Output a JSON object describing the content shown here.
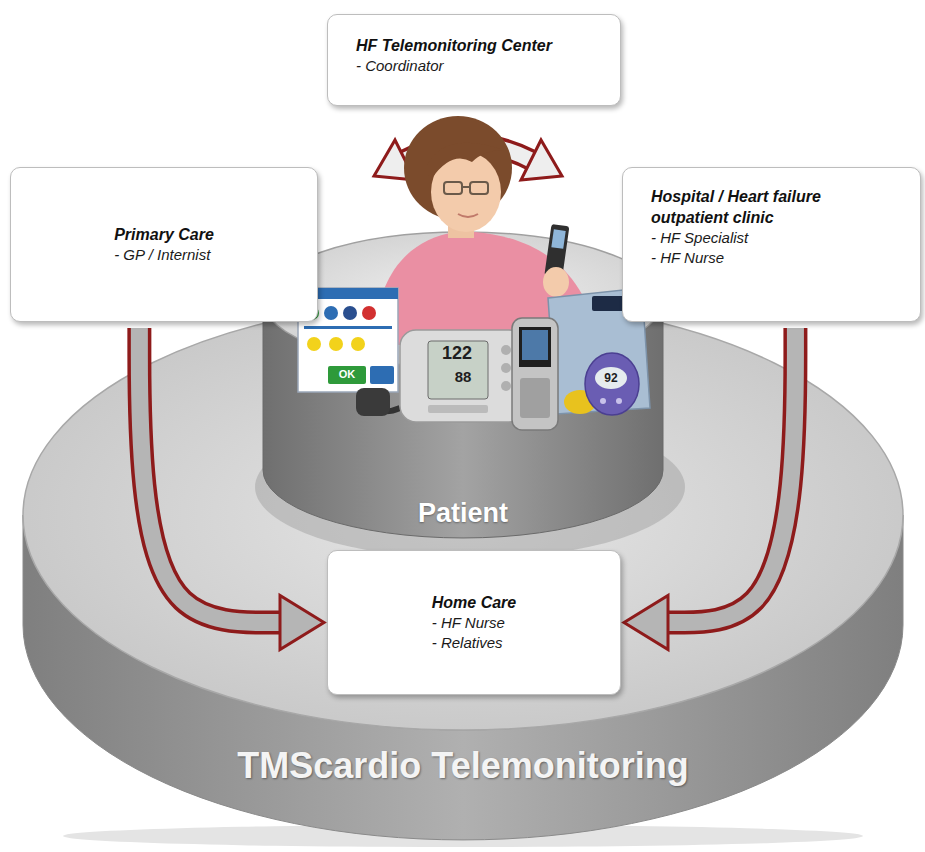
{
  "diagram": {
    "nodes": [
      {
        "text": [
          "HF Telemonitoring Center",
          "- Coordinator"
        ]
      },
      {
        "text": [
          "Primary Care",
          "- GP / Internist"
        ]
      },
      {
        "text": [
          "Hospital / Heart failure outpatient clinic",
          "- HF Specialist",
          "- HF Nurse"
        ]
      },
      {
        "text": [
          "Home Care",
          "- HF Nurse",
          "- Relatives"
        ]
      }
    ],
    "edges": [
      {
        "from": 1,
        "to": 3,
        "arrow": "to"
      },
      {
        "from": 2,
        "to": 3,
        "arrow": "to"
      }
    ],
    "labels": [
      "Patient",
      "TMScardio Telemonitoring",
      "122",
      "88",
      "92",
      "OK"
    ]
  }
}
